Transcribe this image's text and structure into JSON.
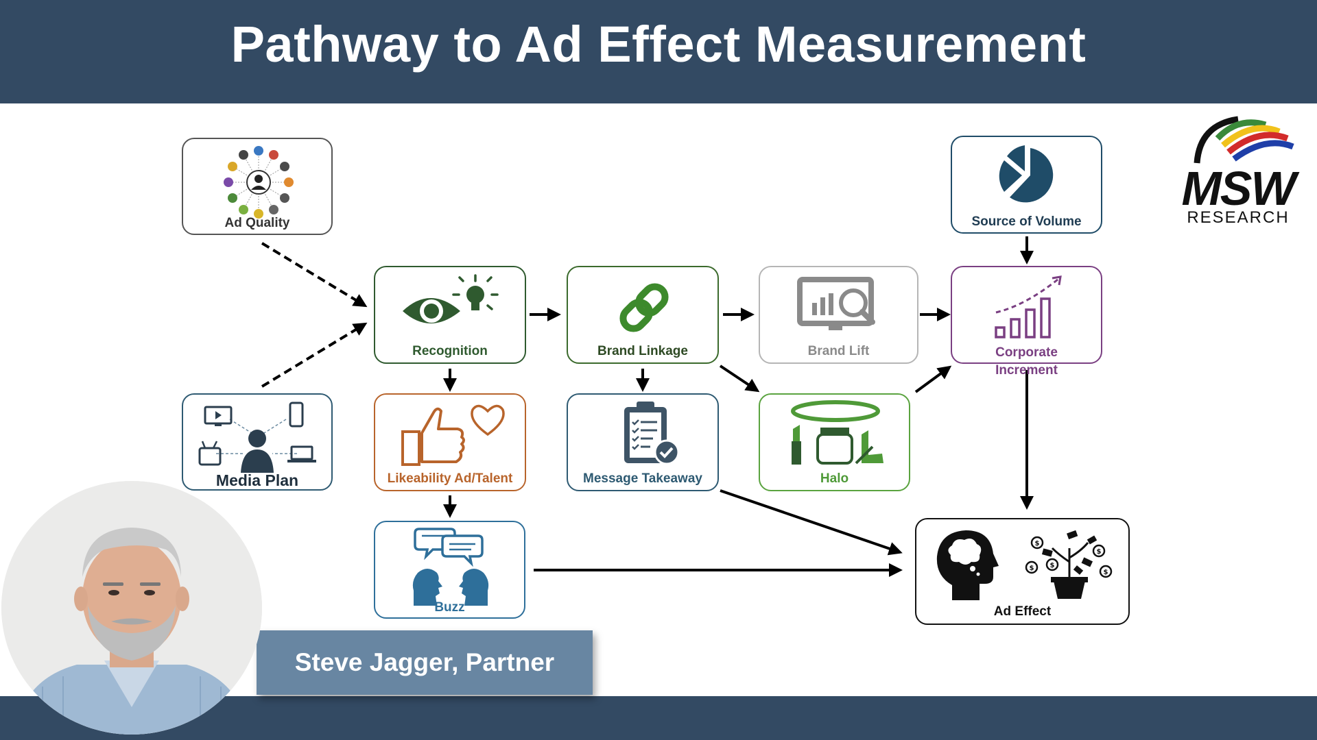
{
  "slide": {
    "title": "Pathway to Ad Effect Measurement"
  },
  "logo": {
    "name": "MSW",
    "tagline": "RESEARCH"
  },
  "presenter": {
    "caption": "Steve Jagger, Partner"
  },
  "diagram": {
    "nodes": {
      "ad_quality": "Ad Quality",
      "media_plan": "Media Plan",
      "recognition": "Recognition",
      "brand_linkage": "Brand Linkage",
      "brand_lift": "Brand Lift",
      "source_of_volume": "Source of Volume",
      "corporate_increment": "Corporate Increment",
      "likeability": "Likeability Ad/Talent",
      "message_takeaway": "Message Takeaway",
      "halo": "Halo",
      "buzz": "Buzz",
      "ad_effect": "Ad Effect"
    },
    "edges": [
      {
        "from": "ad_quality",
        "to": "recognition",
        "style": "dashed"
      },
      {
        "from": "media_plan",
        "to": "recognition",
        "style": "dashed"
      },
      {
        "from": "recognition",
        "to": "brand_linkage",
        "style": "solid"
      },
      {
        "from": "brand_linkage",
        "to": "brand_lift",
        "style": "solid"
      },
      {
        "from": "brand_lift",
        "to": "corporate_increment",
        "style": "solid"
      },
      {
        "from": "source_of_volume",
        "to": "corporate_increment",
        "style": "solid"
      },
      {
        "from": "recognition",
        "to": "likeability",
        "style": "solid"
      },
      {
        "from": "brand_linkage",
        "to": "message_takeaway",
        "style": "solid"
      },
      {
        "from": "brand_linkage",
        "to": "halo",
        "style": "solid"
      },
      {
        "from": "halo",
        "to": "corporate_increment",
        "style": "solid"
      },
      {
        "from": "likeability",
        "to": "buzz",
        "style": "solid"
      },
      {
        "from": "corporate_increment",
        "to": "ad_effect",
        "style": "solid"
      },
      {
        "from": "message_takeaway",
        "to": "ad_effect",
        "style": "solid"
      },
      {
        "from": "buzz",
        "to": "ad_effect",
        "style": "solid"
      }
    ]
  },
  "colors": {
    "header": "#334a63",
    "recognition": "#2f5a2f",
    "brand_linkage": "#3b6a2c",
    "brand_lift": "#8a8a8a",
    "corporate_increment": "#7a3f82",
    "likeability": "#b8642b",
    "message_takeaway": "#2e5a72",
    "halo": "#4f9a38",
    "buzz": "#2e6f9a",
    "source_of_volume": "#1f4c68",
    "neutral": "#333333"
  }
}
